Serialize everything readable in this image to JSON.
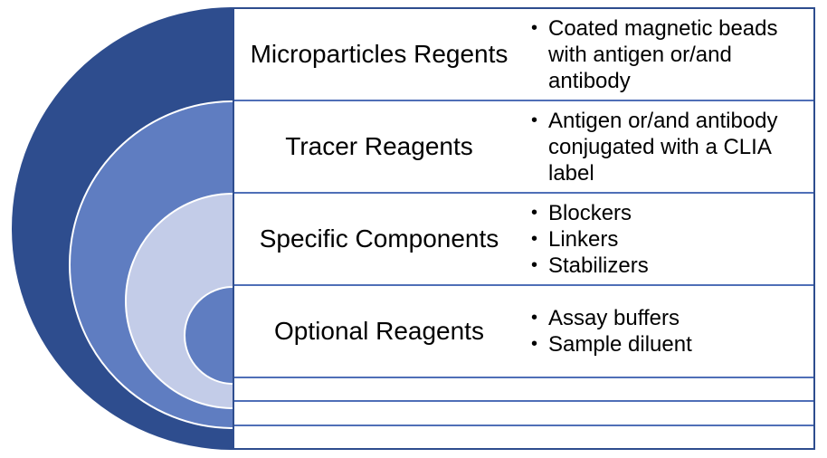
{
  "diagram": {
    "bullet_char": "•",
    "rows": [
      {
        "title": "Microparticles Regents",
        "bullets": [
          "Coated magnetic beads with antigen or/and antibody"
        ]
      },
      {
        "title": "Tracer Reagents",
        "bullets": [
          "Antigen or/and antibody conjugated with a CLIA label"
        ]
      },
      {
        "title": "Specific Components",
        "bullets": [
          "Blockers",
          "Linkers",
          "Stabilizers"
        ]
      },
      {
        "title": "Optional Reagents",
        "bullets": [
          "Assay buffers",
          "Sample diluent"
        ]
      }
    ],
    "empty_row_count": 3,
    "colors": {
      "circle_outer": "#2e4d8e",
      "circle_mid": "#5f7dc1",
      "circle_light": "#c3cce8",
      "circle_inner": "#5f7dc1",
      "ring_separator": "#ffffff",
      "panel_border": "#2e4d8e",
      "row_divider": "#4f6fb7",
      "text": "#000000",
      "background": "#ffffff"
    }
  }
}
